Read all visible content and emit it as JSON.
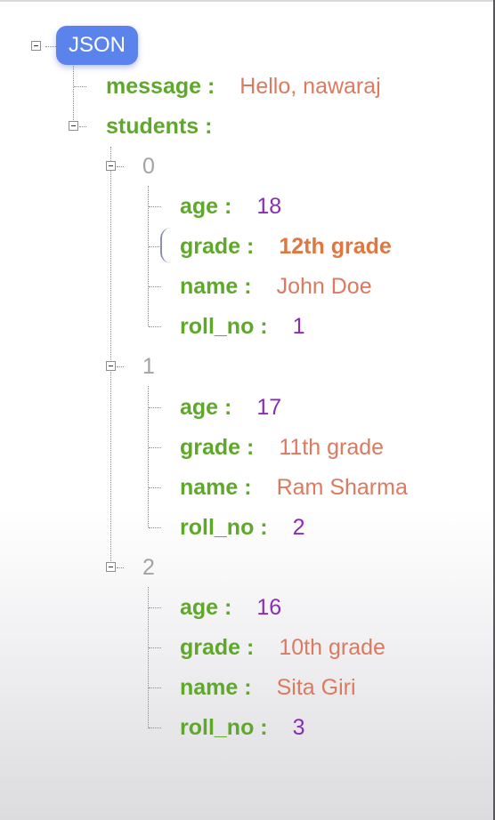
{
  "root": {
    "label": "JSON"
  },
  "tree": {
    "message": {
      "key": "message :",
      "value": "Hello, nawaraj"
    },
    "students": {
      "key": "students :",
      "items": [
        {
          "index": "0",
          "fields": [
            {
              "key": "age :",
              "value": "18"
            },
            {
              "key": "grade :",
              "value": "12th grade"
            },
            {
              "key": "name :",
              "value": "John Doe"
            },
            {
              "key": "roll_no :",
              "value": "1"
            }
          ]
        },
        {
          "index": "1",
          "fields": [
            {
              "key": "age :",
              "value": "17"
            },
            {
              "key": "grade :",
              "value": "11th grade"
            },
            {
              "key": "name :",
              "value": "Ram Sharma"
            },
            {
              "key": "roll_no :",
              "value": "2"
            }
          ]
        },
        {
          "index": "2",
          "fields": [
            {
              "key": "age :",
              "value": "16"
            },
            {
              "key": "grade :",
              "value": "10th grade"
            },
            {
              "key": "name :",
              "value": "Sita Giri"
            },
            {
              "key": "roll_no :",
              "value": "3"
            }
          ]
        }
      ]
    }
  },
  "colors": {
    "key": "#5ea82a",
    "string": "#db7a5f",
    "number": "#8a2db5",
    "index": "#a3a3a3",
    "root_chip": "#5b83ec"
  }
}
